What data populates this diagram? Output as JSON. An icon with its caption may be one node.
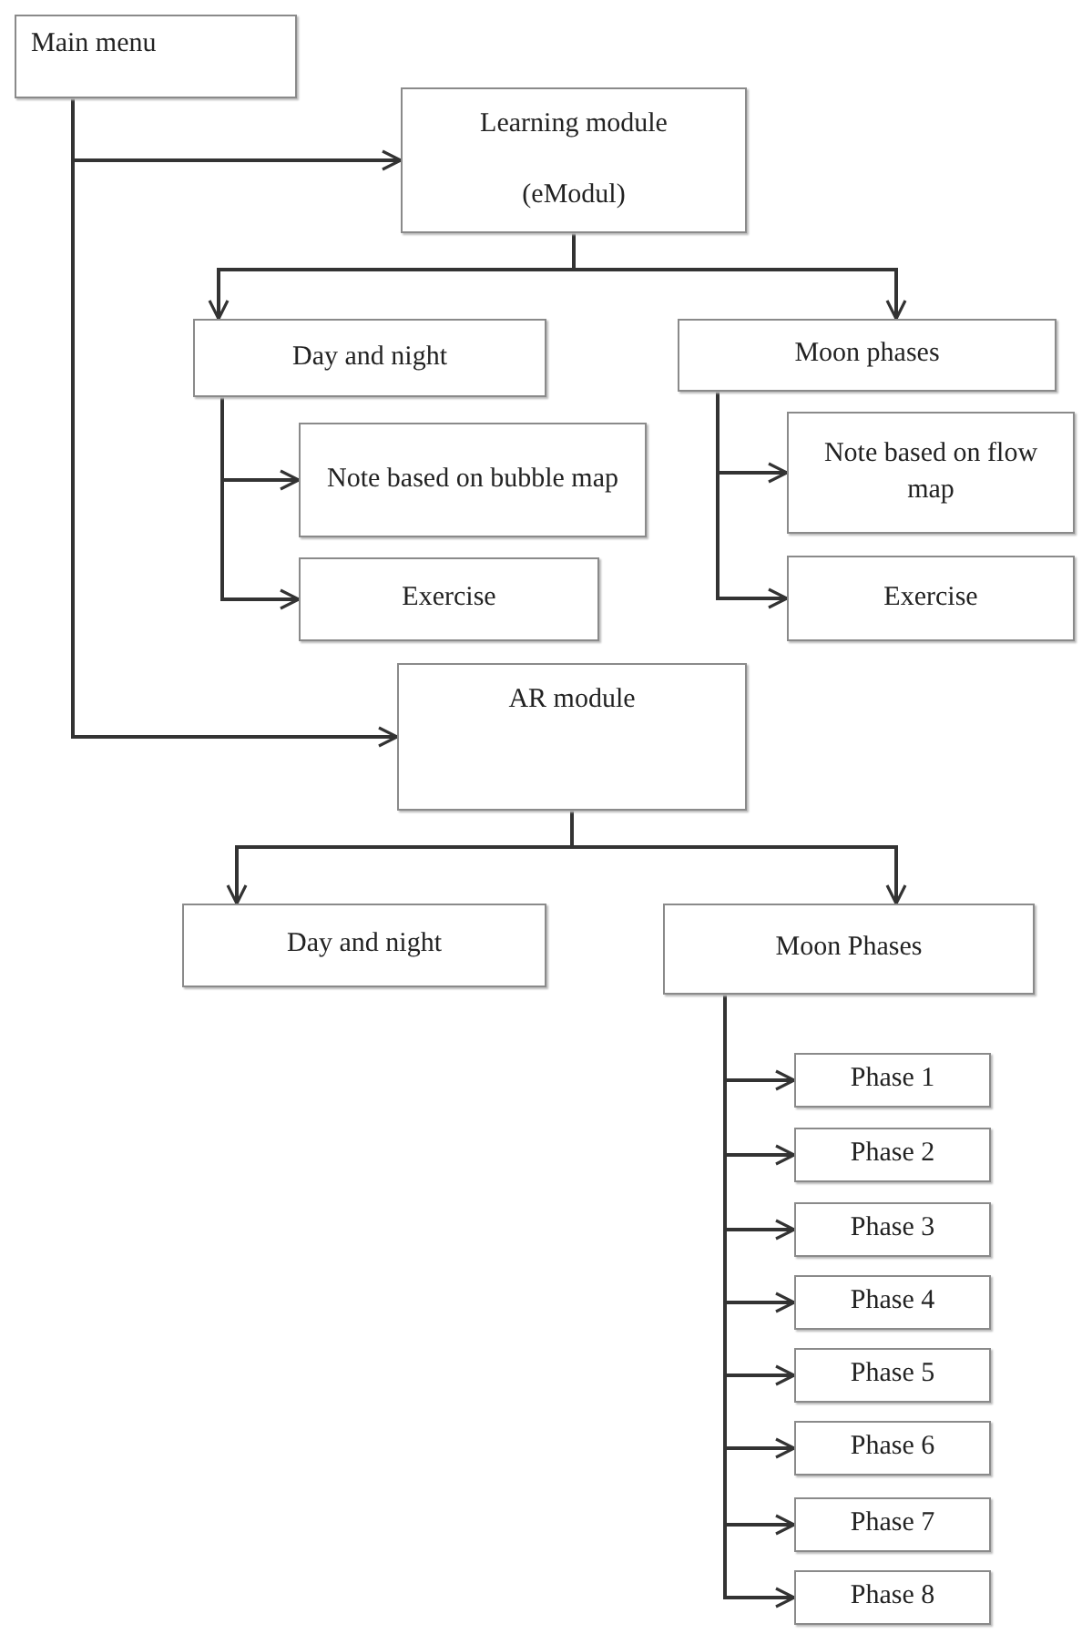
{
  "diagram": {
    "nodes": [
      {
        "text": [
          "Main menu"
        ]
      },
      {
        "text": [
          "Learning module",
          "(eModul)"
        ]
      },
      {
        "text": [
          "Day and night"
        ]
      },
      {
        "text": [
          "Moon phases"
        ]
      },
      {
        "text": [
          "Note based on bubble map"
        ]
      },
      {
        "text": [
          "Exercise"
        ]
      },
      {
        "text": [
          "Note based on flow map"
        ]
      },
      {
        "text": [
          "Exercise"
        ]
      },
      {
        "text": [
          "AR module"
        ]
      },
      {
        "text": [
          "Day and night"
        ]
      },
      {
        "text": [
          "Moon Phases"
        ]
      },
      {
        "text": [
          "Phase 1"
        ]
      },
      {
        "text": [
          "Phase 2"
        ]
      },
      {
        "text": [
          "Phase 3"
        ]
      },
      {
        "text": [
          "Phase 4"
        ]
      },
      {
        "text": [
          "Phase 5"
        ]
      },
      {
        "text": [
          "Phase 6"
        ]
      },
      {
        "text": [
          "Phase 7"
        ]
      },
      {
        "text": [
          "Phase 8"
        ]
      }
    ],
    "edges": [
      {
        "from": 0,
        "to": 1,
        "arrow": "to"
      },
      {
        "from": 0,
        "to": 8,
        "arrow": "to"
      },
      {
        "from": 1,
        "to": 2,
        "arrow": "to"
      },
      {
        "from": 1,
        "to": 3,
        "arrow": "to"
      },
      {
        "from": 2,
        "to": 4,
        "arrow": "to"
      },
      {
        "from": 2,
        "to": 5,
        "arrow": "to"
      },
      {
        "from": 3,
        "to": 6,
        "arrow": "to"
      },
      {
        "from": 3,
        "to": 7,
        "arrow": "to"
      },
      {
        "from": 8,
        "to": 9,
        "arrow": "to"
      },
      {
        "from": 8,
        "to": 10,
        "arrow": "to"
      },
      {
        "from": 10,
        "to": 11,
        "arrow": "to"
      },
      {
        "from": 10,
        "to": 12,
        "arrow": "to"
      },
      {
        "from": 10,
        "to": 13,
        "arrow": "to"
      },
      {
        "from": 10,
        "to": 14,
        "arrow": "to"
      },
      {
        "from": 10,
        "to": 15,
        "arrow": "to"
      },
      {
        "from": 10,
        "to": 16,
        "arrow": "to"
      },
      {
        "from": 10,
        "to": 17,
        "arrow": "to"
      },
      {
        "from": 10,
        "to": 18,
        "arrow": "to"
      }
    ]
  }
}
